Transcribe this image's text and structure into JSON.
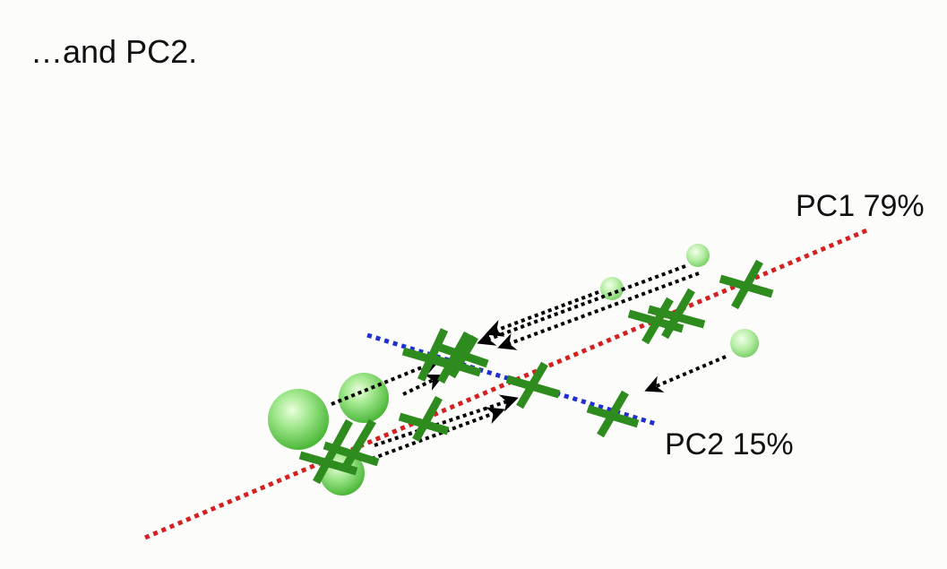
{
  "title": "…and PC2.",
  "pc1": {
    "name": "PC1",
    "percent": "79%",
    "label": "PC1 79%",
    "color": "#d42020"
  },
  "pc2": {
    "name": "PC2",
    "percent": "15%",
    "label": "PC2 15%",
    "color": "#1f2fd0"
  },
  "colors": {
    "projection": "#2e8b1e",
    "sphere_light": "#e8ffd8",
    "sphere_mid": "#8ee07a",
    "sphere_dark": "#4dbb3a",
    "arrow": "#000000",
    "text": "#111111"
  }
}
